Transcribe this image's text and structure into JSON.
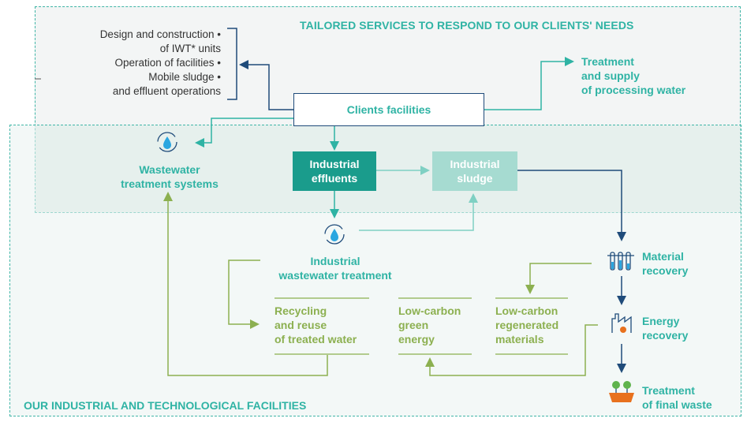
{
  "titles": {
    "top": "TAILORED SERVICES TO RESPOND TO OUR CLIENTS' NEEDS",
    "bottom": "OUR INDUSTRIAL AND TECHNOLOGICAL FACILITIES"
  },
  "services": [
    "Design and construction •",
    "of IWT* units",
    "Operation of facilities •",
    "Mobile sludge •",
    "and effluent operations"
  ],
  "nodes": {
    "clients": "Clients facilities",
    "treatment_supply_1": "Treatment",
    "treatment_supply_2": "and supply",
    "treatment_supply_3": "of processing water",
    "wastewater_1": "Wastewater",
    "wastewater_2": "treatment systems",
    "effluents_1": "Industrial",
    "effluents_2": "effluents",
    "sludge_1": "Industrial",
    "sludge_2": "sludge",
    "iwt_1": "Industrial",
    "iwt_2": "wastewater treatment",
    "recycling_1": "Recycling",
    "recycling_2": "and reuse",
    "recycling_3": "of treated water",
    "lowcarbon_energy_1": "Low-carbon",
    "lowcarbon_energy_2": "green",
    "lowcarbon_energy_3": "energy",
    "lowcarbon_mat_1": "Low-carbon",
    "lowcarbon_mat_2": "regenerated",
    "lowcarbon_mat_3": "materials",
    "material_1": "Material",
    "material_2": "recovery",
    "energy_1": "Energy",
    "energy_2": "recovery",
    "final_1": "Treatment",
    "final_2": "of final waste"
  },
  "icons": {
    "water_cycle": "water-cycle-icon",
    "test_tubes": "test-tubes-icon",
    "factory": "factory-icon",
    "plants": "plants-icon"
  },
  "colors": {
    "teal": "#2fb3a4",
    "dark_teal": "#1a9c8c",
    "light_teal": "#a6dbd1",
    "navy": "#1f4b7a",
    "olive": "#8cb050"
  }
}
